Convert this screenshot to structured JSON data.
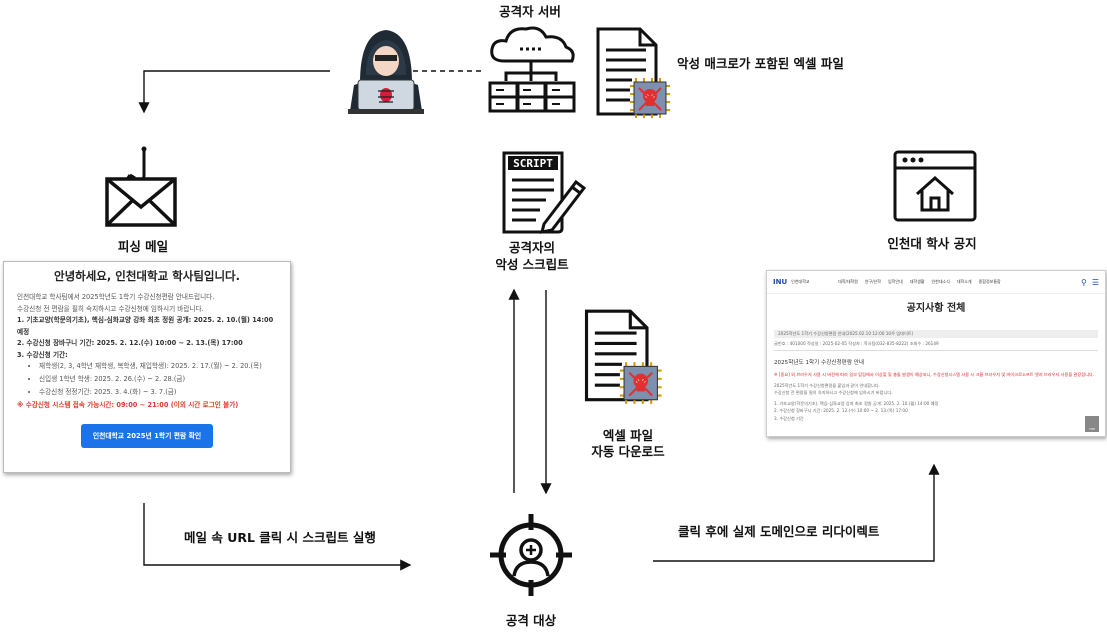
{
  "labels": {
    "attacker_server": "공격자 서버",
    "malicious_excel": "악성 매크로가 포함된 엑셀 파일",
    "phishing_mail": "피싱 메일",
    "attacker_script_line1": "공격자의",
    "attacker_script_line2": "악성 스크립트",
    "excel_download_line1": "엑셀 파일",
    "excel_download_line2": "자동 다운로드",
    "notice": "인천대 학사 공지",
    "target": "공격 대상",
    "step_run": "메일 속 URL 클릭 시 스크립트 실행",
    "step_redirect": "클릭 후에 실제 도메인으로 리다이렉트"
  },
  "icons": {
    "hacker": "hacker-laptop-icon",
    "server": "cloud-server-icon",
    "excel": "malicious-document-icon",
    "mail": "phishing-email-icon",
    "script": "script-document-icon",
    "web": "web-homepage-icon",
    "target": "crosshair-target-icon"
  },
  "email": {
    "title": "안녕하세요, 인천대학교 학사팀입니다.",
    "intro1": "인천대학교 학사팀에서 2025학년도 1학기 수강신청편람 안내드립니다.",
    "intro2": "수강신청 전 편람을 필히 숙지하시고 수강신청에 임하시기 바랍니다.",
    "item1": "1. 기초교양(학문의기초), 핵심-심화교양 강좌 최초 정원 공개: 2025. 2. 10.(월) 14:00",
    "item1b": "예정",
    "item2": "2. 수강신청 장바구니 기간: 2025. 2. 12.(수) 10:00 ~ 2. 13.(목) 17:00",
    "item3": "3. 수강신청 기간:",
    "sub1": "재학생(2, 3, 4학년 재학생, 복학생, 재입학생): 2025. 2. 17.(월) ~ 2. 20.(목)",
    "sub2": "신입생 1학년 학생: 2025. 2. 26.(수) ~ 2. 28.(금)",
    "sub3": "수강신청 정정기간: 2025. 3. 4.(화) ~ 3. 7.(금)",
    "warning": "※ 수강신청 시스템 접속 가능시간: 09:00 ~ 21:00 (이외 시간 로그인 불가)",
    "button": "인천대학교 2025년 1학기 편람 확인"
  },
  "notice_page": {
    "logo": "INU",
    "logo_sub": "인천대학교",
    "nav": [
      "대학/대학원",
      "연구/산학",
      "입학안내",
      "대학생활",
      "인천대소식",
      "대학소개",
      "종합정보통합"
    ],
    "title": "공지사항 전체",
    "subbar": "2025학년도 1학기 수강신청편람 안내(2025.02.10 12:00 10주 업데이트)",
    "meta": "글번호 : 401000   작성일 : 2025-02-05   작성자 : 학사팀(032-835-8222)   조회수 : 26149",
    "heading": "2025학년도 1학기 수강신청편람 안내",
    "red_line": "※ [중요] 외 브라우저 사용 시 버전에 따라 일부 탑링에서 이상할 및 충돌 발생이 예상되니, 수강신청시스템 사용 시 크롬 브라우저 및 마이크로소프트 엣지 브라우저 사용을 권장합니다.",
    "p1": "2025학년도 1학기 수강신청편람을 붙임과 같이 안내합니다.",
    "p2": "수강신청 전 편람을 필히 숙지하시고 수강신청에 임하시기 바랍니다.",
    "p3": "1. 기초교양(학문의기초), 핵심-심화교양 강좌 최초 정원 공개: 2025. 2. 10.(월) 14:00 예정",
    "p4": "2. 수강신청 장바구니 기간: 2025. 2. 12.(수) 10:00 ~ 2. 13.(목) 17:00",
    "p5": "3. 수강신청 기간",
    "top_btn": "TOP"
  }
}
